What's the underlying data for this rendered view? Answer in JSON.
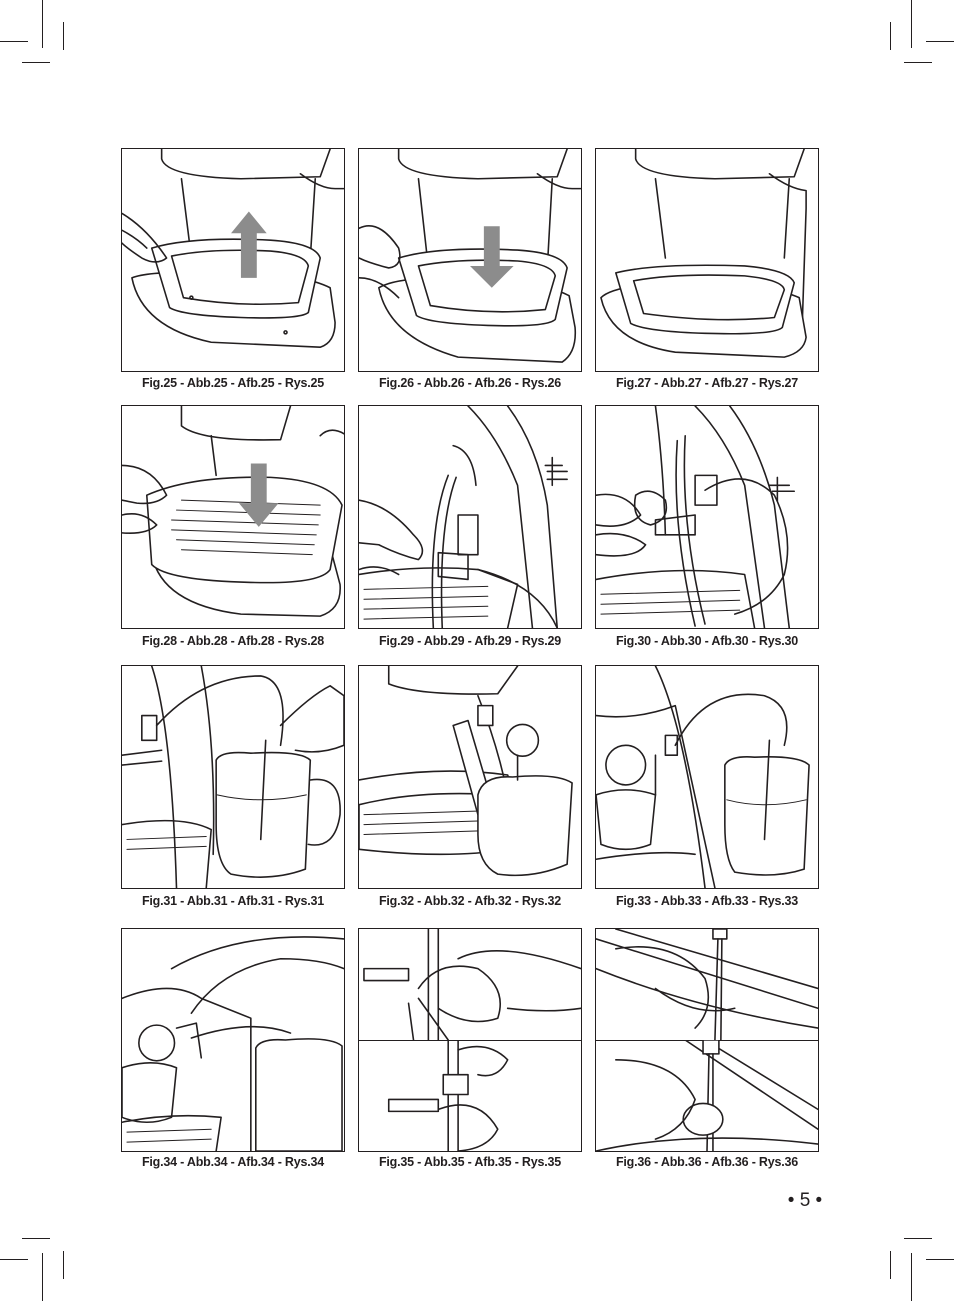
{
  "figures": [
    {
      "caption": "Fig.25 - Abb.25 - Afb.25 - Rys.25"
    },
    {
      "caption": "Fig.26 - Abb.26 - Afb.26 - Rys.26"
    },
    {
      "caption": "Fig.27 - Abb.27 - Afb.27 - Rys.27"
    },
    {
      "caption": "Fig.28 - Abb.28 - Afb.28 - Rys.28"
    },
    {
      "caption": "Fig.29 - Abb.29 - Afb.29 - Rys.29"
    },
    {
      "caption": "Fig.30 - Abb.30 - Afb.30 - Rys.30"
    },
    {
      "caption": "Fig.31 - Abb.31 - Afb.31 - Rys.31"
    },
    {
      "caption": "Fig.32 - Abb.32 - Afb.32 - Rys.32"
    },
    {
      "caption": "Fig.33 - Abb.33 - Afb.33 - Rys.33"
    },
    {
      "caption": "Fig.34 - Abb.34 - Afb.34 - Rys.34"
    },
    {
      "caption": "Fig.35 - Abb.35 - Afb.35 - Rys.35"
    },
    {
      "caption": "Fig.36 - Abb.36 - Afb.36 - Rys.36"
    }
  ],
  "page_number": "• 5 •"
}
